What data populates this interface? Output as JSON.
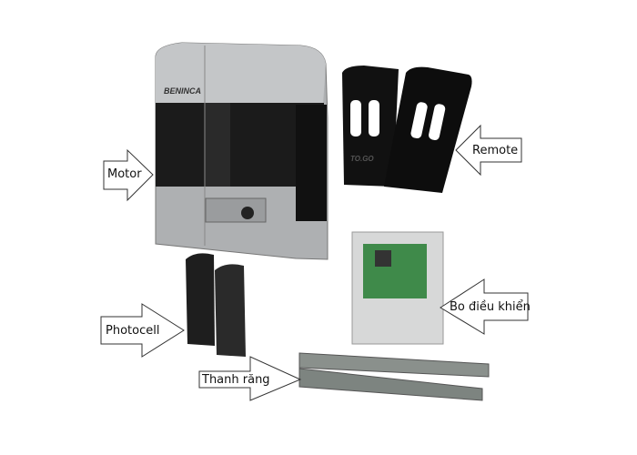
{
  "labels": {
    "motor": "Motor",
    "remote": "Remote",
    "control_board": "Bo điều khiển",
    "photocell": "Photocell",
    "rack": "Thanh răng"
  },
  "logos": {
    "brand": "BENINCA",
    "remote_model": "TO.GO"
  },
  "colors": {
    "motor_body": "#a9abad",
    "motor_panel": "#1a1a1a",
    "remote": "#111111",
    "board": "#3f8a4a",
    "rack": "#7d8480"
  }
}
